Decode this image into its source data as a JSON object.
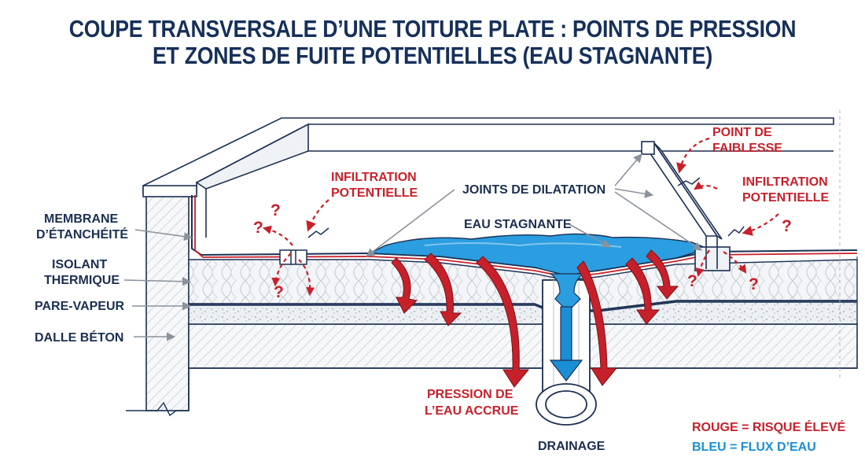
{
  "title": {
    "line1": "COUPE TRANSVERSALE D’UNE TOITURE PLATE : POINTS DE PRESSION",
    "line2": "ET ZONES DE FUITE POTENTIELLES (EAU STAGNANTE)"
  },
  "layers": {
    "membrane_l1": "MEMBRANE",
    "membrane_l2": "D’ÉTANCHÉITÉ",
    "isolant_l1": "ISOLANT",
    "isolant_l2": "THERMIQUE",
    "pare_vapeur": "PARE-VAPEUR",
    "dalle": "DALLE BÉTON"
  },
  "callouts": {
    "infiltration_left_l1": "INFILTRATION",
    "infiltration_left_l2": "POTENTIELLE",
    "joints": "JOINTS DE DILATATION",
    "eau_stagnante": "EAU STAGNANTE",
    "point_l1": "POINT DE",
    "point_l2": "FAIBLESSE",
    "infiltration_right_l1": "INFILTRATION",
    "infiltration_right_l2": "POTENTIELLE",
    "pression_l1": "PRESSION DE",
    "pression_l2": "L’EAU ACCRUE",
    "drainage": "DRAINAGE",
    "question_mark": "?"
  },
  "legend": {
    "red": "ROUGE = RISQUE ÉLEVÉ",
    "blue": "BLEU = FLUX D’EAU"
  },
  "colors": {
    "navy": "#1b2f52",
    "risk_red": "#c8202a",
    "water_blue": "#1a8fd6"
  }
}
